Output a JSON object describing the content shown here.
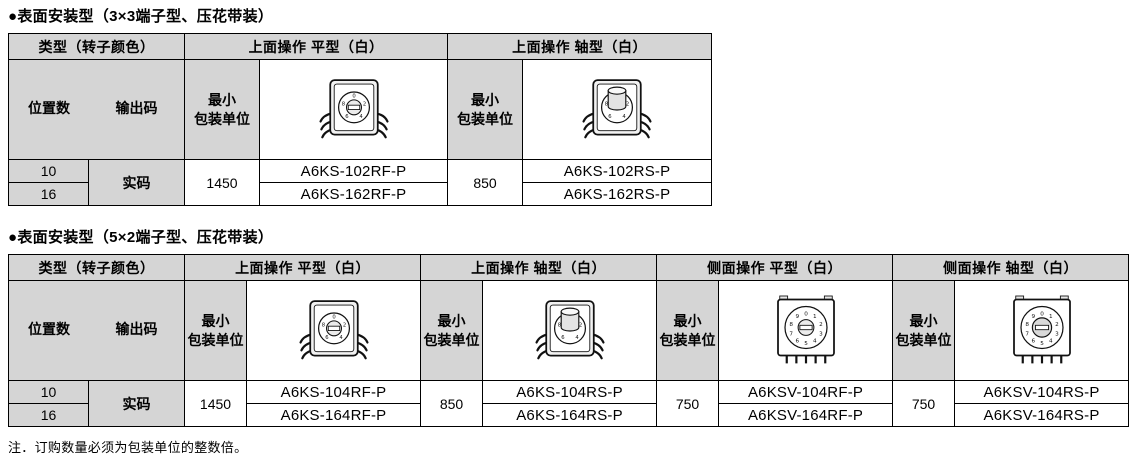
{
  "sections": [
    {
      "title": "●表面安装型（3×3端子型、压花带装）",
      "type_header": "类型（转子颜色）",
      "positions_label": "位置数",
      "output_label": "输出码",
      "min_pkg_label": "最小\n包装单位",
      "output_code": "实码",
      "position_rows": [
        "10",
        "16"
      ],
      "groups": [
        {
          "label": "上面操作 平型（白）",
          "icon": "switch-top-flat",
          "min_pkg": "1450",
          "models": [
            "A6KS-102RF-P",
            "A6KS-162RF-P"
          ]
        },
        {
          "label": "上面操作 轴型（白）",
          "icon": "switch-top-shaft",
          "min_pkg": "850",
          "models": [
            "A6KS-102RS-P",
            "A6KS-162RS-P"
          ]
        }
      ]
    },
    {
      "title": "●表面安装型（5×2端子型、压花带装）",
      "type_header": "类型（转子颜色）",
      "positions_label": "位置数",
      "output_label": "输出码",
      "min_pkg_label": "最小\n包装单位",
      "output_code": "实码",
      "position_rows": [
        "10",
        "16"
      ],
      "groups": [
        {
          "label": "上面操作 平型（白）",
          "icon": "switch-top-flat",
          "min_pkg": "1450",
          "models": [
            "A6KS-104RF-P",
            "A6KS-164RF-P"
          ]
        },
        {
          "label": "上面操作 轴型（白）",
          "icon": "switch-top-shaft",
          "min_pkg": "850",
          "models": [
            "A6KS-104RS-P",
            "A6KS-164RS-P"
          ]
        },
        {
          "label": "侧面操作 平型（白）",
          "icon": "switch-side-flat",
          "min_pkg": "750",
          "models": [
            "A6KSV-104RF-P",
            "A6KSV-164RF-P"
          ]
        },
        {
          "label": "侧面操作 轴型（白）",
          "icon": "switch-side-shaft",
          "min_pkg": "750",
          "models": [
            "A6KSV-104RS-P",
            "A6KSV-164RS-P"
          ]
        }
      ]
    }
  ],
  "note": "注．订购数量必须为包装单位的整数倍。",
  "colors": {
    "header_bg": "#d5d5d5",
    "border": "#000000",
    "page_bg": "#ffffff"
  }
}
